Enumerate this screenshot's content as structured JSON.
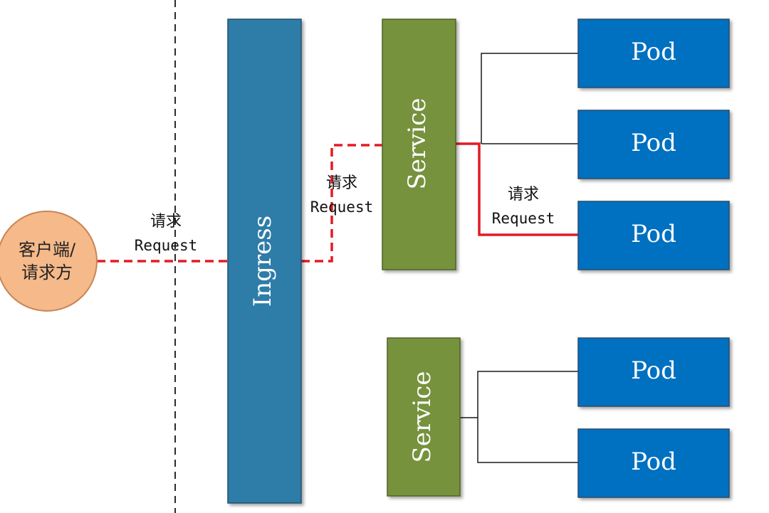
{
  "colors": {
    "client_fill": "#F5B98A",
    "client_stroke": "#C98555",
    "ingress_fill": "#2E7BA8",
    "service_fill": "#76923C",
    "pod_fill": "#0070C0",
    "request_line": "#E31B23",
    "plain_line": "#1A1A1A",
    "boundary": "#2B2B2B"
  },
  "client": {
    "line1": "客户端/",
    "line2": "请求方"
  },
  "ingress": {
    "label": "Ingress"
  },
  "services": [
    {
      "label": "Service"
    },
    {
      "label": "Service"
    }
  ],
  "pods": [
    {
      "label": "Pod"
    },
    {
      "label": "Pod"
    },
    {
      "label": "Pod"
    },
    {
      "label": "Pod"
    },
    {
      "label": "Pod"
    }
  ],
  "request_labels": [
    {
      "cn": "请求",
      "en": "Request"
    },
    {
      "cn": "请求",
      "en": "Request"
    },
    {
      "cn": "请求",
      "en": "Request"
    }
  ]
}
